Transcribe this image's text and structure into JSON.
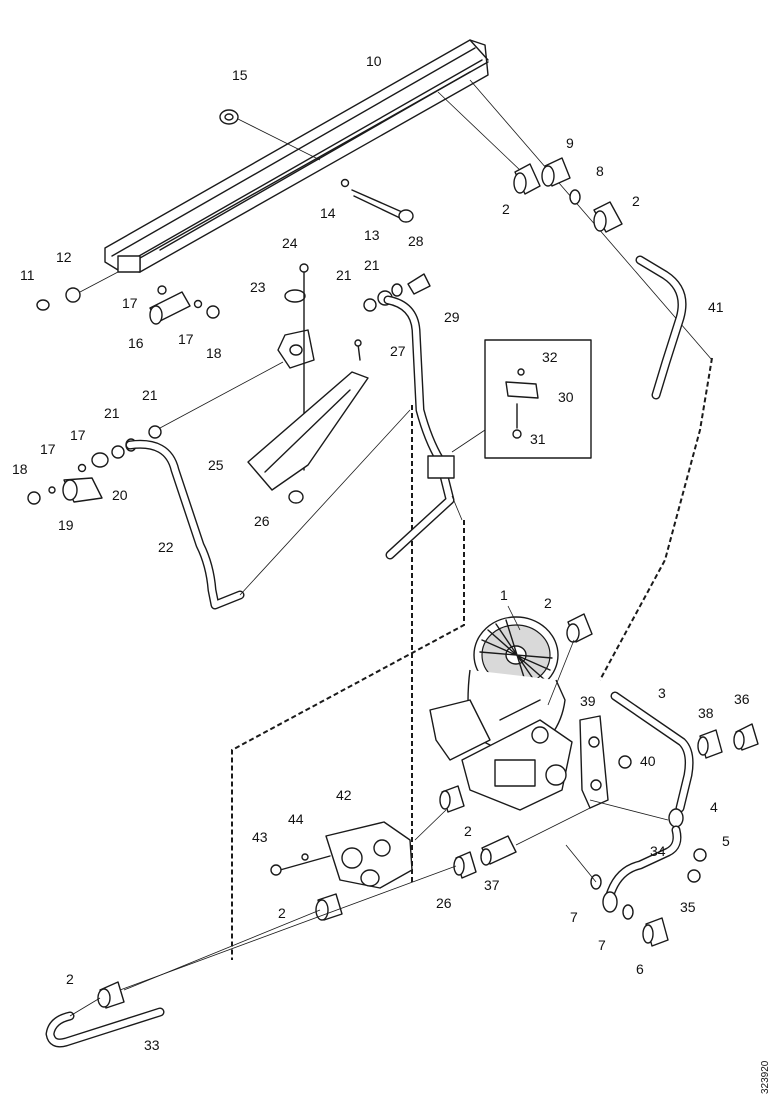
{
  "diagram": {
    "reference_code": "323920",
    "callouts": [
      {
        "id": "c15",
        "label": "15"
      },
      {
        "id": "c10",
        "label": "10"
      },
      {
        "id": "c9",
        "label": "9"
      },
      {
        "id": "c8",
        "label": "8"
      },
      {
        "id": "c2a",
        "label": "2"
      },
      {
        "id": "c2b",
        "label": "2"
      },
      {
        "id": "c14",
        "label": "14"
      },
      {
        "id": "c13",
        "label": "13"
      },
      {
        "id": "c24",
        "label": "24"
      },
      {
        "id": "c28",
        "label": "28"
      },
      {
        "id": "c11",
        "label": "11"
      },
      {
        "id": "c12",
        "label": "12"
      },
      {
        "id": "c21a",
        "label": "21"
      },
      {
        "id": "c21b",
        "label": "21"
      },
      {
        "id": "c23",
        "label": "23"
      },
      {
        "id": "c29",
        "label": "29"
      },
      {
        "id": "c41",
        "label": "41"
      },
      {
        "id": "c17a",
        "label": "17"
      },
      {
        "id": "c16",
        "label": "16"
      },
      {
        "id": "c17b",
        "label": "17"
      },
      {
        "id": "c18a",
        "label": "18"
      },
      {
        "id": "c27",
        "label": "27"
      },
      {
        "id": "c32",
        "label": "32"
      },
      {
        "id": "c30",
        "label": "30"
      },
      {
        "id": "c31",
        "label": "31"
      },
      {
        "id": "c21c",
        "label": "21"
      },
      {
        "id": "c21d",
        "label": "21"
      },
      {
        "id": "c17c",
        "label": "17"
      },
      {
        "id": "c17d",
        "label": "17"
      },
      {
        "id": "c18b",
        "label": "18"
      },
      {
        "id": "c20",
        "label": "20"
      },
      {
        "id": "c19",
        "label": "19"
      },
      {
        "id": "c25",
        "label": "25"
      },
      {
        "id": "c26a",
        "label": "26"
      },
      {
        "id": "c22",
        "label": "22"
      },
      {
        "id": "c1",
        "label": "1"
      },
      {
        "id": "c2c",
        "label": "2"
      },
      {
        "id": "c3",
        "label": "3"
      },
      {
        "id": "c38",
        "label": "38"
      },
      {
        "id": "c36",
        "label": "36"
      },
      {
        "id": "c39",
        "label": "39"
      },
      {
        "id": "c40",
        "label": "40"
      },
      {
        "id": "c42",
        "label": "42"
      },
      {
        "id": "c4",
        "label": "4"
      },
      {
        "id": "c5",
        "label": "5"
      },
      {
        "id": "c43",
        "label": "43"
      },
      {
        "id": "c44",
        "label": "44"
      },
      {
        "id": "c2d",
        "label": "2"
      },
      {
        "id": "c34",
        "label": "34"
      },
      {
        "id": "c35",
        "label": "35"
      },
      {
        "id": "c26b",
        "label": "26"
      },
      {
        "id": "c37",
        "label": "37"
      },
      {
        "id": "c2e",
        "label": "2"
      },
      {
        "id": "c7a",
        "label": "7"
      },
      {
        "id": "c7b",
        "label": "7"
      },
      {
        "id": "c6",
        "label": "6"
      },
      {
        "id": "c2f",
        "label": "2"
      },
      {
        "id": "c33",
        "label": "33"
      }
    ]
  }
}
